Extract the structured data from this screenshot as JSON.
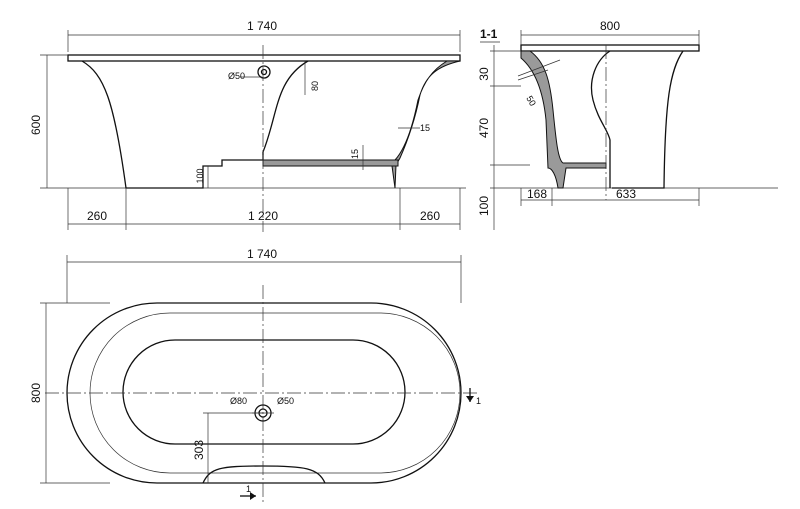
{
  "side_view": {
    "total_length": "1 740",
    "height": "600",
    "pipe": "Ø50",
    "pipe_offset": "80",
    "wall": "15",
    "step": "15",
    "foot_height": "100",
    "left_overhang": "260",
    "base_length": "1 220",
    "right_overhang": "260"
  },
  "section_view": {
    "label": "1-1",
    "width": "800",
    "rim": "30",
    "depth": "470",
    "foot": "100",
    "angle": "50",
    "offset_a": "168",
    "offset_b": "633"
  },
  "plan_view": {
    "length": "1 740",
    "width": "800",
    "drain_outer": "Ø80",
    "drain_inner": "Ø50",
    "drain_offset": "303",
    "cut_mark_right": "1",
    "cut_mark_bottom": "1"
  }
}
